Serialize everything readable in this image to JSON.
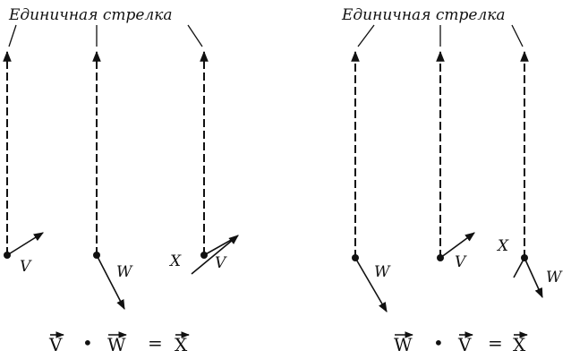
{
  "left_panel": {
    "caption": "Единичная стрелка",
    "labels": {
      "v1": "V",
      "w": "W",
      "x": "X",
      "v2": "V"
    },
    "equation": {
      "a": "V",
      "op": "•",
      "b": "W",
      "eq": "=",
      "c": "X"
    }
  },
  "right_panel": {
    "caption": "Единичная стрелка",
    "labels": {
      "w1": "W",
      "v": "V",
      "x": "X",
      "w2": "W"
    },
    "equation": {
      "a": "W",
      "op": "•",
      "b": "V",
      "eq": "=",
      "c": "X"
    }
  }
}
